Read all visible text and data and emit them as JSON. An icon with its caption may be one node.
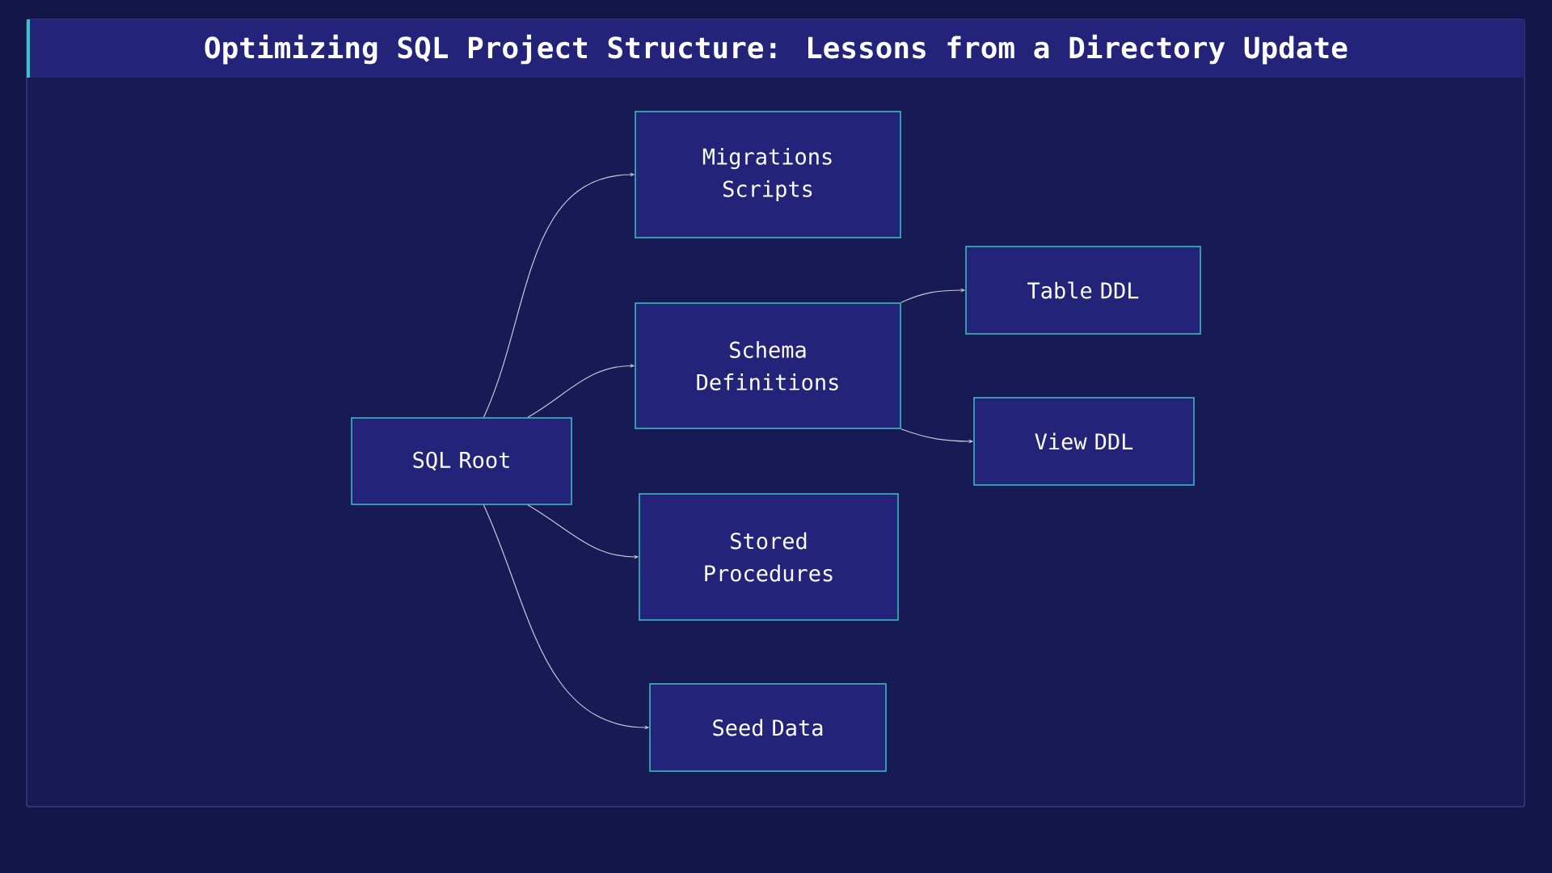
{
  "diagram": {
    "title": "Optimizing SQL Project Structure: Lessons from a Directory Update",
    "nodes": [
      {
        "text": [
          "SQL Root"
        ]
      },
      {
        "text": [
          "Migrations Scripts"
        ]
      },
      {
        "text": [
          "Schema Definitions"
        ]
      },
      {
        "text": [
          "Stored Procedures"
        ]
      },
      {
        "text": [
          "Seed Data"
        ]
      },
      {
        "text": [
          "Table DDL"
        ]
      },
      {
        "text": [
          "View DDL"
        ]
      }
    ],
    "edges": [
      {
        "from": 0,
        "to": 1,
        "arrow": "to"
      },
      {
        "from": 0,
        "to": 2,
        "arrow": "to"
      },
      {
        "from": 0,
        "to": 3,
        "arrow": "to"
      },
      {
        "from": 0,
        "to": 4,
        "arrow": "to"
      },
      {
        "from": 2,
        "to": 5,
        "arrow": "to"
      },
      {
        "from": 2,
        "to": 6,
        "arrow": "to"
      }
    ]
  }
}
